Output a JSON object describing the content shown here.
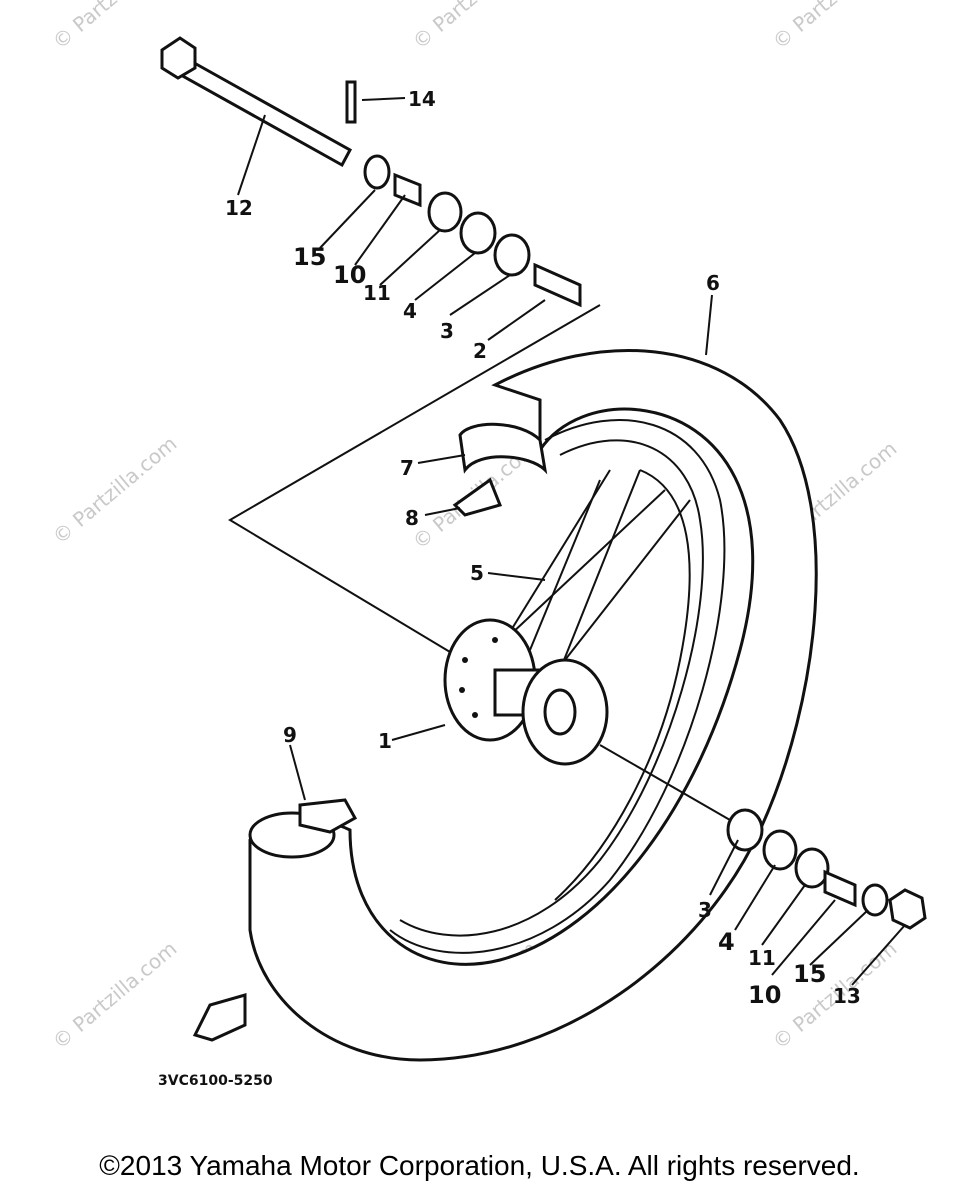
{
  "diagram": {
    "code": "3VC6100-5250",
    "callouts": [
      {
        "id": "c14",
        "label": "14"
      },
      {
        "id": "c12",
        "label": "12"
      },
      {
        "id": "c15a",
        "label": "15"
      },
      {
        "id": "c10a",
        "label": "10"
      },
      {
        "id": "c11a",
        "label": "11"
      },
      {
        "id": "c4a",
        "label": "4"
      },
      {
        "id": "c3a",
        "label": "3"
      },
      {
        "id": "c2",
        "label": "2"
      },
      {
        "id": "c6",
        "label": "6"
      },
      {
        "id": "c7",
        "label": "7"
      },
      {
        "id": "c8",
        "label": "8"
      },
      {
        "id": "c5",
        "label": "5"
      },
      {
        "id": "c1",
        "label": "1"
      },
      {
        "id": "c9",
        "label": "9"
      },
      {
        "id": "c3b",
        "label": "3"
      },
      {
        "id": "c4b",
        "label": "4"
      },
      {
        "id": "c11b",
        "label": "11"
      },
      {
        "id": "c10b",
        "label": "10"
      },
      {
        "id": "c15b",
        "label": "15"
      },
      {
        "id": "c13",
        "label": "13"
      }
    ]
  },
  "watermark": "© Partzilla.com",
  "footer": {
    "copyright": "©2013 Yamaha Motor Corporation, U.S.A. All rights reserved."
  }
}
